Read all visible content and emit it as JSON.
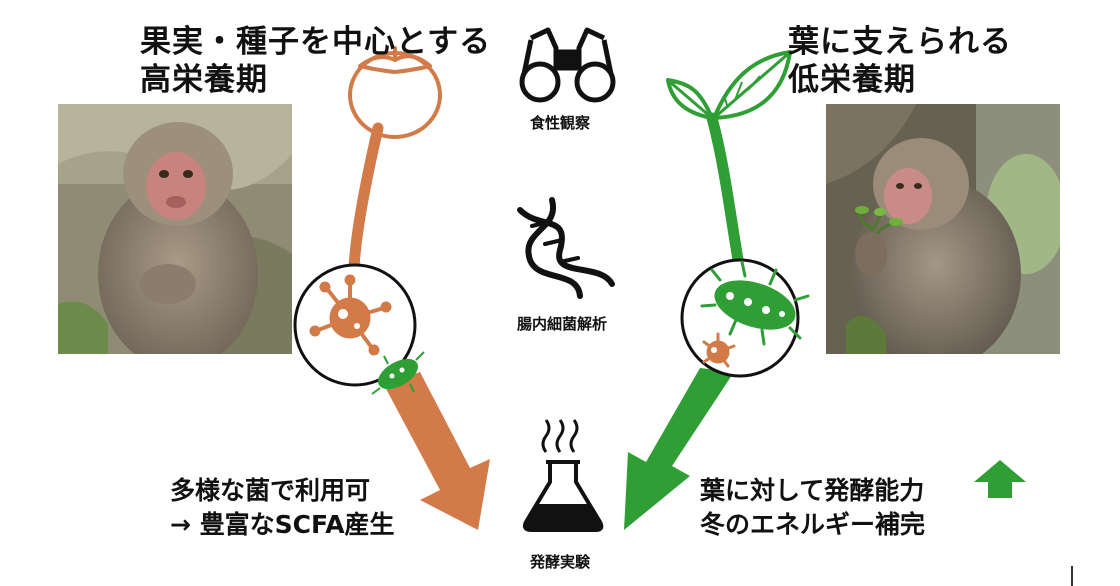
{
  "left": {
    "title_line1": "果実・種子を中心とする",
    "title_line2": "高栄養期",
    "result_line1": "多様な菌で利用可",
    "result_line2": "→ 豊富なSCFA産生",
    "arrow_color": "#d37b48"
  },
  "right": {
    "title_line1": "葉に支えられる",
    "title_line2": "低栄養期",
    "result_line1": "葉に対して発酵能力",
    "result_line2": "冬のエネルギー補完",
    "arrow_color": "#2e9e35"
  },
  "center": {
    "observation_label": "食性観察",
    "microbiome_label": "腸内細菌解析",
    "fermentation_label": "発酵実験"
  },
  "icons": {
    "persimmon": "persimmon-icon",
    "leaf": "leaf-icon",
    "binoculars": "binoculars-icon",
    "dna": "dna-icon",
    "flask": "flask-icon",
    "bacteria": "bacteria-icon",
    "up_arrow": "up-arrow-icon"
  },
  "colors": {
    "orange": "#d37b48",
    "green": "#2e9e35",
    "black": "#111111"
  }
}
